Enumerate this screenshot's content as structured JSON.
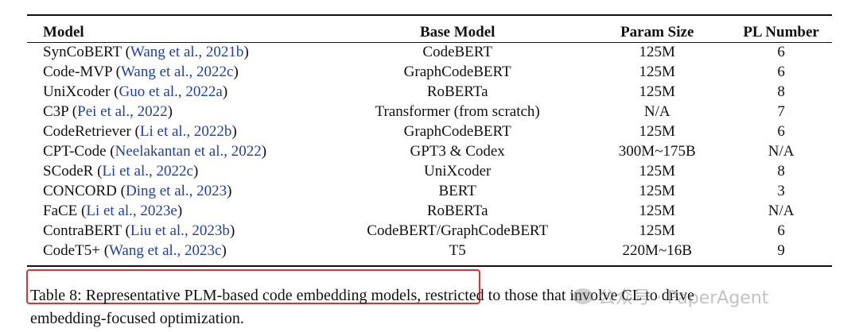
{
  "table": {
    "headers": [
      "Model",
      "Base Model",
      "Param Size",
      "PL Number"
    ],
    "rows": [
      {
        "model": "SynCoBERT",
        "cite": "Wang et al., 2021b",
        "base": "CodeBERT",
        "param": "125M",
        "pl": "6"
      },
      {
        "model": "Code-MVP",
        "cite": "Wang et al., 2022c",
        "base": "GraphCodeBERT",
        "param": "125M",
        "pl": "6"
      },
      {
        "model": "UniXcoder",
        "cite": "Guo et al., 2022a",
        "base": "RoBERTa",
        "param": "125M",
        "pl": "8"
      },
      {
        "model": "C3P",
        "cite": "Pei et al., 2022",
        "base": "Transformer (from scratch)",
        "param": "N/A",
        "pl": "7"
      },
      {
        "model": "CodeRetriever",
        "cite": "Li et al., 2022b",
        "base": "GraphCodeBERT",
        "param": "125M",
        "pl": "6"
      },
      {
        "model": "CPT-Code",
        "cite": "Neelakantan et al., 2022",
        "base": "GPT3 & Codex",
        "param": "300M~175B",
        "pl": "N/A"
      },
      {
        "model": "SCodeR",
        "cite": "Li et al., 2022c",
        "base": "UniXcoder",
        "param": "125M",
        "pl": "8"
      },
      {
        "model": "CONCORD",
        "cite": "Ding et al., 2023",
        "base": "BERT",
        "param": "125M",
        "pl": "3"
      },
      {
        "model": "FaCE",
        "cite": "Li et al., 2023e",
        "base": "RoBERTa",
        "param": "125M",
        "pl": "N/A"
      },
      {
        "model": "ContraBERT",
        "cite": "Liu et al., 2023b",
        "base": "CodeBERT/GraphCodeBERT",
        "param": "125M",
        "pl": "6"
      },
      {
        "model": "CodeT5+",
        "cite": "Wang et al., 2023c",
        "base": "T5",
        "param": "220M~16B",
        "pl": "9"
      }
    ]
  },
  "caption": {
    "line1": "Table 8: Representative PLM-based code embedding models, restricted to those that involve CL to drive",
    "line2": "embedding-focused optimization."
  },
  "watermark": {
    "text": "公众号 · PaperAgent"
  },
  "colors": {
    "citation": "#1f3fa8",
    "highlight": "#e0322c"
  }
}
